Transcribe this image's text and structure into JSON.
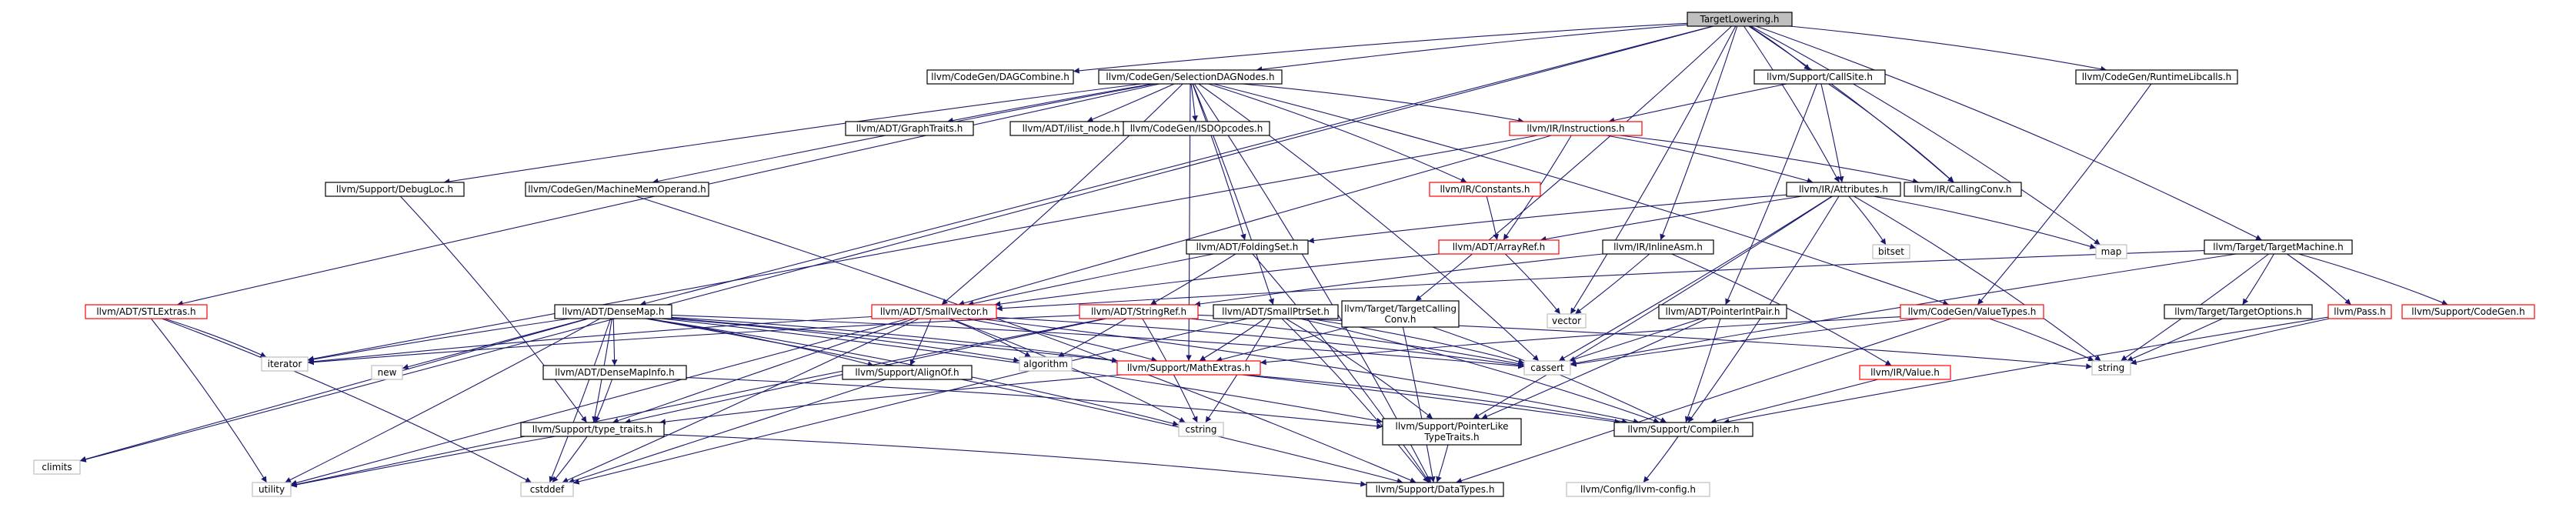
{
  "graph": {
    "root": "TargetLowering.h",
    "nodes": [
      {
        "id": "n0",
        "label": "TargetLowering.h",
        "kind": "root"
      },
      {
        "id": "n1",
        "label": "climits",
        "kind": "sys"
      },
      {
        "id": "n2",
        "label": "llvm/CodeGen/DAGCombine.h",
        "kind": "normal"
      },
      {
        "id": "n3",
        "label": "llvm/CodeGen/SelectionDAGNodes.h",
        "kind": "normal"
      },
      {
        "id": "n4",
        "label": "llvm/Support/CallSite.h",
        "kind": "normal"
      },
      {
        "id": "n5",
        "label": "llvm/CodeGen/RuntimeLibcalls.h",
        "kind": "normal"
      },
      {
        "id": "n6",
        "label": "llvm/IR/Instructions.h",
        "kind": "trunc"
      },
      {
        "id": "n7",
        "label": "llvm/ADT/GraphTraits.h",
        "kind": "normal"
      },
      {
        "id": "n8",
        "label": "llvm/ADT/ilist_node.h",
        "kind": "normal"
      },
      {
        "id": "n9",
        "label": "llvm/CodeGen/ISDOpcodes.h",
        "kind": "normal"
      },
      {
        "id": "n10",
        "label": "llvm/IR/CallingConv.h",
        "kind": "normal"
      },
      {
        "id": "n11",
        "label": "llvm/Support/DebugLoc.h",
        "kind": "normal"
      },
      {
        "id": "n12",
        "label": "llvm/CodeGen/MachineMemOperand.h",
        "kind": "normal"
      },
      {
        "id": "n13",
        "label": "llvm/IR/Constants.h",
        "kind": "trunc"
      },
      {
        "id": "n14",
        "label": "llvm/IR/Attributes.h",
        "kind": "normal"
      },
      {
        "id": "n15",
        "label": "llvm/ADT/STLExtras.h",
        "kind": "trunc"
      },
      {
        "id": "n16",
        "label": "llvm/ADT/FoldingSet.h",
        "kind": "normal"
      },
      {
        "id": "n17",
        "label": "llvm/ADT/ArrayRef.h",
        "kind": "trunc"
      },
      {
        "id": "n18",
        "label": "llvm/IR/InlineAsm.h",
        "kind": "normal"
      },
      {
        "id": "n19",
        "label": "bitset",
        "kind": "sys"
      },
      {
        "id": "n20",
        "label": "map",
        "kind": "sys"
      },
      {
        "id": "n21",
        "label": "llvm/Target/TargetMachine.h",
        "kind": "normal"
      },
      {
        "id": "n22",
        "label": "llvm/ADT/DenseMap.h",
        "kind": "normal"
      },
      {
        "id": "n23",
        "label": "llvm/ADT/SmallVector.h",
        "kind": "trunc"
      },
      {
        "id": "n24",
        "label": "llvm/ADT/StringRef.h",
        "kind": "trunc"
      },
      {
        "id": "n25",
        "label": "llvm/ADT/SmallPtrSet.h",
        "kind": "normal"
      },
      {
        "id": "n26",
        "label": "llvm/Target/TargetCalling\nConv.h",
        "kind": "normal"
      },
      {
        "id": "n27",
        "label": "vector",
        "kind": "sys"
      },
      {
        "id": "n28",
        "label": "llvm/ADT/PointerIntPair.h",
        "kind": "normal"
      },
      {
        "id": "n29",
        "label": "llvm/CodeGen/ValueTypes.h",
        "kind": "trunc"
      },
      {
        "id": "n30",
        "label": "llvm/Target/TargetOptions.h",
        "kind": "normal"
      },
      {
        "id": "n31",
        "label": "llvm/Pass.h",
        "kind": "trunc"
      },
      {
        "id": "n32",
        "label": "llvm/Support/CodeGen.h",
        "kind": "trunc"
      },
      {
        "id": "n33",
        "label": "iterator",
        "kind": "sys"
      },
      {
        "id": "n34",
        "label": "new",
        "kind": "sys"
      },
      {
        "id": "n35",
        "label": "llvm/ADT/DenseMapInfo.h",
        "kind": "normal"
      },
      {
        "id": "n36",
        "label": "llvm/Support/AlignOf.h",
        "kind": "normal"
      },
      {
        "id": "n37",
        "label": "algorithm",
        "kind": "sys"
      },
      {
        "id": "n38",
        "label": "llvm/Support/MathExtras.h",
        "kind": "trunc"
      },
      {
        "id": "n39",
        "label": "cassert",
        "kind": "sys"
      },
      {
        "id": "n40",
        "label": "string",
        "kind": "sys"
      },
      {
        "id": "n41",
        "label": "llvm/IR/Value.h",
        "kind": "trunc"
      },
      {
        "id": "n42",
        "label": "llvm/Support/type_traits.h",
        "kind": "normal"
      },
      {
        "id": "n43",
        "label": "cstring",
        "kind": "sys"
      },
      {
        "id": "n44",
        "label": "llvm/Support/PointerLike\nTypeTraits.h",
        "kind": "normal"
      },
      {
        "id": "n45",
        "label": "llvm/Support/Compiler.h",
        "kind": "normal"
      },
      {
        "id": "n46",
        "label": "utility",
        "kind": "sys"
      },
      {
        "id": "n47",
        "label": "cstddef",
        "kind": "sys"
      },
      {
        "id": "n48",
        "label": "llvm/Support/DataTypes.h",
        "kind": "normal"
      },
      {
        "id": "n49",
        "label": "llvm/Config/llvm-config.h",
        "kind": "sys"
      }
    ],
    "edges": [
      [
        "n0",
        "n1"
      ],
      [
        "n0",
        "n2"
      ],
      [
        "n0",
        "n3"
      ],
      [
        "n0",
        "n4"
      ],
      [
        "n0",
        "n5"
      ],
      [
        "n0",
        "n14"
      ],
      [
        "n0",
        "n10"
      ],
      [
        "n0",
        "n18"
      ],
      [
        "n0",
        "n21"
      ],
      [
        "n0",
        "n20"
      ],
      [
        "n0",
        "n27"
      ],
      [
        "n0",
        "n22"
      ],
      [
        "n0",
        "n26"
      ],
      [
        "n3",
        "n7"
      ],
      [
        "n3",
        "n8"
      ],
      [
        "n3",
        "n9"
      ],
      [
        "n3",
        "n6"
      ],
      [
        "n3",
        "n11"
      ],
      [
        "n3",
        "n12"
      ],
      [
        "n3",
        "n13"
      ],
      [
        "n3",
        "n15"
      ],
      [
        "n3",
        "n16"
      ],
      [
        "n3",
        "n23"
      ],
      [
        "n3",
        "n25"
      ],
      [
        "n3",
        "n29"
      ],
      [
        "n3",
        "n38"
      ],
      [
        "n3",
        "n39"
      ],
      [
        "n3",
        "n48"
      ],
      [
        "n4",
        "n6"
      ],
      [
        "n4",
        "n14"
      ],
      [
        "n4",
        "n10"
      ],
      [
        "n4",
        "n28"
      ],
      [
        "n5",
        "n29"
      ],
      [
        "n6",
        "n14"
      ],
      [
        "n6",
        "n10"
      ],
      [
        "n6",
        "n17"
      ],
      [
        "n6",
        "n23"
      ],
      [
        "n6",
        "n33"
      ],
      [
        "n13",
        "n17"
      ],
      [
        "n14",
        "n16"
      ],
      [
        "n14",
        "n17"
      ],
      [
        "n14",
        "n19"
      ],
      [
        "n14",
        "n20"
      ],
      [
        "n14",
        "n40"
      ],
      [
        "n14",
        "n39"
      ],
      [
        "n14",
        "n44"
      ],
      [
        "n14",
        "n45"
      ],
      [
        "n18",
        "n27"
      ],
      [
        "n18",
        "n24"
      ],
      [
        "n18",
        "n41"
      ],
      [
        "n21",
        "n23"
      ],
      [
        "n21",
        "n30"
      ],
      [
        "n21",
        "n31"
      ],
      [
        "n21",
        "n32"
      ],
      [
        "n21",
        "n40"
      ],
      [
        "n21",
        "n39"
      ],
      [
        "n16",
        "n23"
      ],
      [
        "n16",
        "n24"
      ],
      [
        "n16",
        "n48"
      ],
      [
        "n17",
        "n27"
      ],
      [
        "n17",
        "n23"
      ],
      [
        "n11",
        "n42"
      ],
      [
        "n12",
        "n48"
      ],
      [
        "n15",
        "n33"
      ],
      [
        "n15",
        "n46"
      ],
      [
        "n15",
        "n47"
      ],
      [
        "n22",
        "n1"
      ],
      [
        "n22",
        "n33"
      ],
      [
        "n22",
        "n34"
      ],
      [
        "n22",
        "n35"
      ],
      [
        "n22",
        "n36"
      ],
      [
        "n22",
        "n37"
      ],
      [
        "n22",
        "n38"
      ],
      [
        "n22",
        "n39"
      ],
      [
        "n22",
        "n42"
      ],
      [
        "n22",
        "n43"
      ],
      [
        "n22",
        "n44"
      ],
      [
        "n22",
        "n46"
      ],
      [
        "n22",
        "n47"
      ],
      [
        "n22",
        "n48"
      ],
      [
        "n22",
        "n45"
      ],
      [
        "n23",
        "n33"
      ],
      [
        "n23",
        "n36"
      ],
      [
        "n23",
        "n37"
      ],
      [
        "n23",
        "n38"
      ],
      [
        "n23",
        "n39"
      ],
      [
        "n23",
        "n42"
      ],
      [
        "n23",
        "n43"
      ],
      [
        "n23",
        "n46"
      ],
      [
        "n23",
        "n47"
      ],
      [
        "n23",
        "n45"
      ],
      [
        "n24",
        "n33"
      ],
      [
        "n24",
        "n37"
      ],
      [
        "n24",
        "n39"
      ],
      [
        "n24",
        "n40"
      ],
      [
        "n24",
        "n42"
      ],
      [
        "n24",
        "n43"
      ],
      [
        "n24",
        "n46"
      ],
      [
        "n25",
        "n38"
      ],
      [
        "n25",
        "n39"
      ],
      [
        "n25",
        "n43"
      ],
      [
        "n25",
        "n44"
      ],
      [
        "n25",
        "n45"
      ],
      [
        "n25",
        "n47"
      ],
      [
        "n25",
        "n48"
      ],
      [
        "n26",
        "n38"
      ],
      [
        "n26",
        "n45"
      ],
      [
        "n26",
        "n48"
      ],
      [
        "n28",
        "n39"
      ],
      [
        "n28",
        "n44"
      ],
      [
        "n28",
        "n45"
      ],
      [
        "n29",
        "n38"
      ],
      [
        "n29",
        "n39"
      ],
      [
        "n29",
        "n40"
      ],
      [
        "n29",
        "n48"
      ],
      [
        "n30",
        "n40"
      ],
      [
        "n31",
        "n40"
      ],
      [
        "n31",
        "n45"
      ],
      [
        "n35",
        "n42"
      ],
      [
        "n35",
        "n44"
      ],
      [
        "n36",
        "n47"
      ],
      [
        "n38",
        "n42"
      ],
      [
        "n38",
        "n45"
      ],
      [
        "n41",
        "n45"
      ],
      [
        "n42",
        "n46"
      ],
      [
        "n42",
        "n47"
      ],
      [
        "n42",
        "n48"
      ],
      [
        "n44",
        "n48"
      ],
      [
        "n45",
        "n49"
      ]
    ]
  }
}
